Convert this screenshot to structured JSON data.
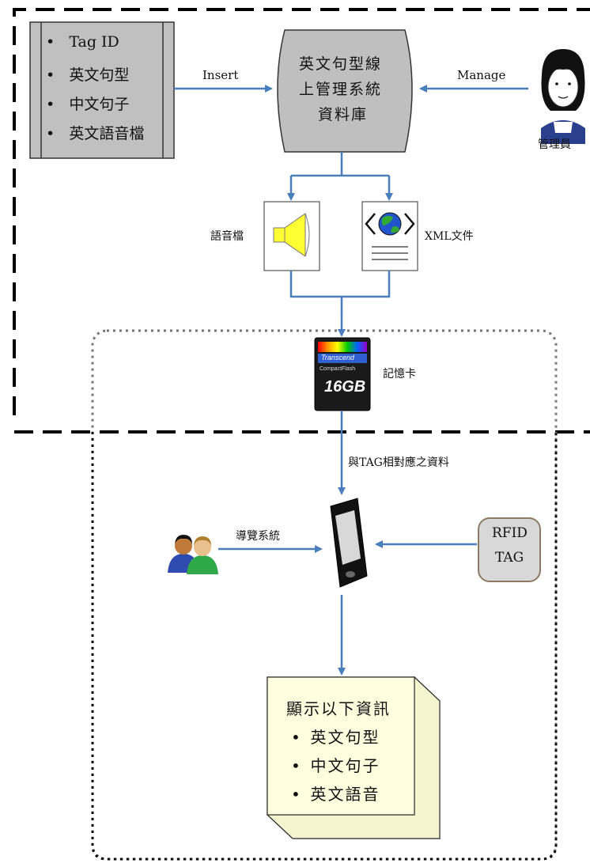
{
  "source_box": {
    "items": [
      "Tag ID",
      "英文句型",
      "中文句子",
      "英文語音檔"
    ]
  },
  "database": {
    "lines": [
      "英文句型線",
      "上管理系統",
      "資料庫"
    ]
  },
  "edges": {
    "insert": "Insert",
    "manage": "Manage",
    "card_to_phone": "與TAG相對應之資料",
    "user_to_phone": "導覽系統"
  },
  "admin": {
    "label": "管理員"
  },
  "audio_file": {
    "label": "語音檔"
  },
  "xml_doc": {
    "label": "XML文件"
  },
  "memory_card": {
    "label": "記憶卡",
    "brand": "Transcend",
    "type": "CompactFlash",
    "capacity": "16GB"
  },
  "rfid": {
    "line1": "RFID",
    "line2": "TAG"
  },
  "display_box": {
    "title": "顯示以下資訊",
    "items": [
      "英文句型",
      "中文句子",
      "英文語音"
    ]
  },
  "colors": {
    "arrow": "#4a7ebb",
    "source_fill": "#c0c0c0",
    "database_fill": "#bfbfbf",
    "rfid_fill": "#d8d8d8",
    "rfid_border": "#8c7a64",
    "display_fill": "#ffffe0",
    "speaker_fill": "#ffff33"
  },
  "icons": [
    "speaker-icon",
    "globe-icon",
    "person-icon",
    "users-icon",
    "phone-icon",
    "memory-card-icon"
  ]
}
